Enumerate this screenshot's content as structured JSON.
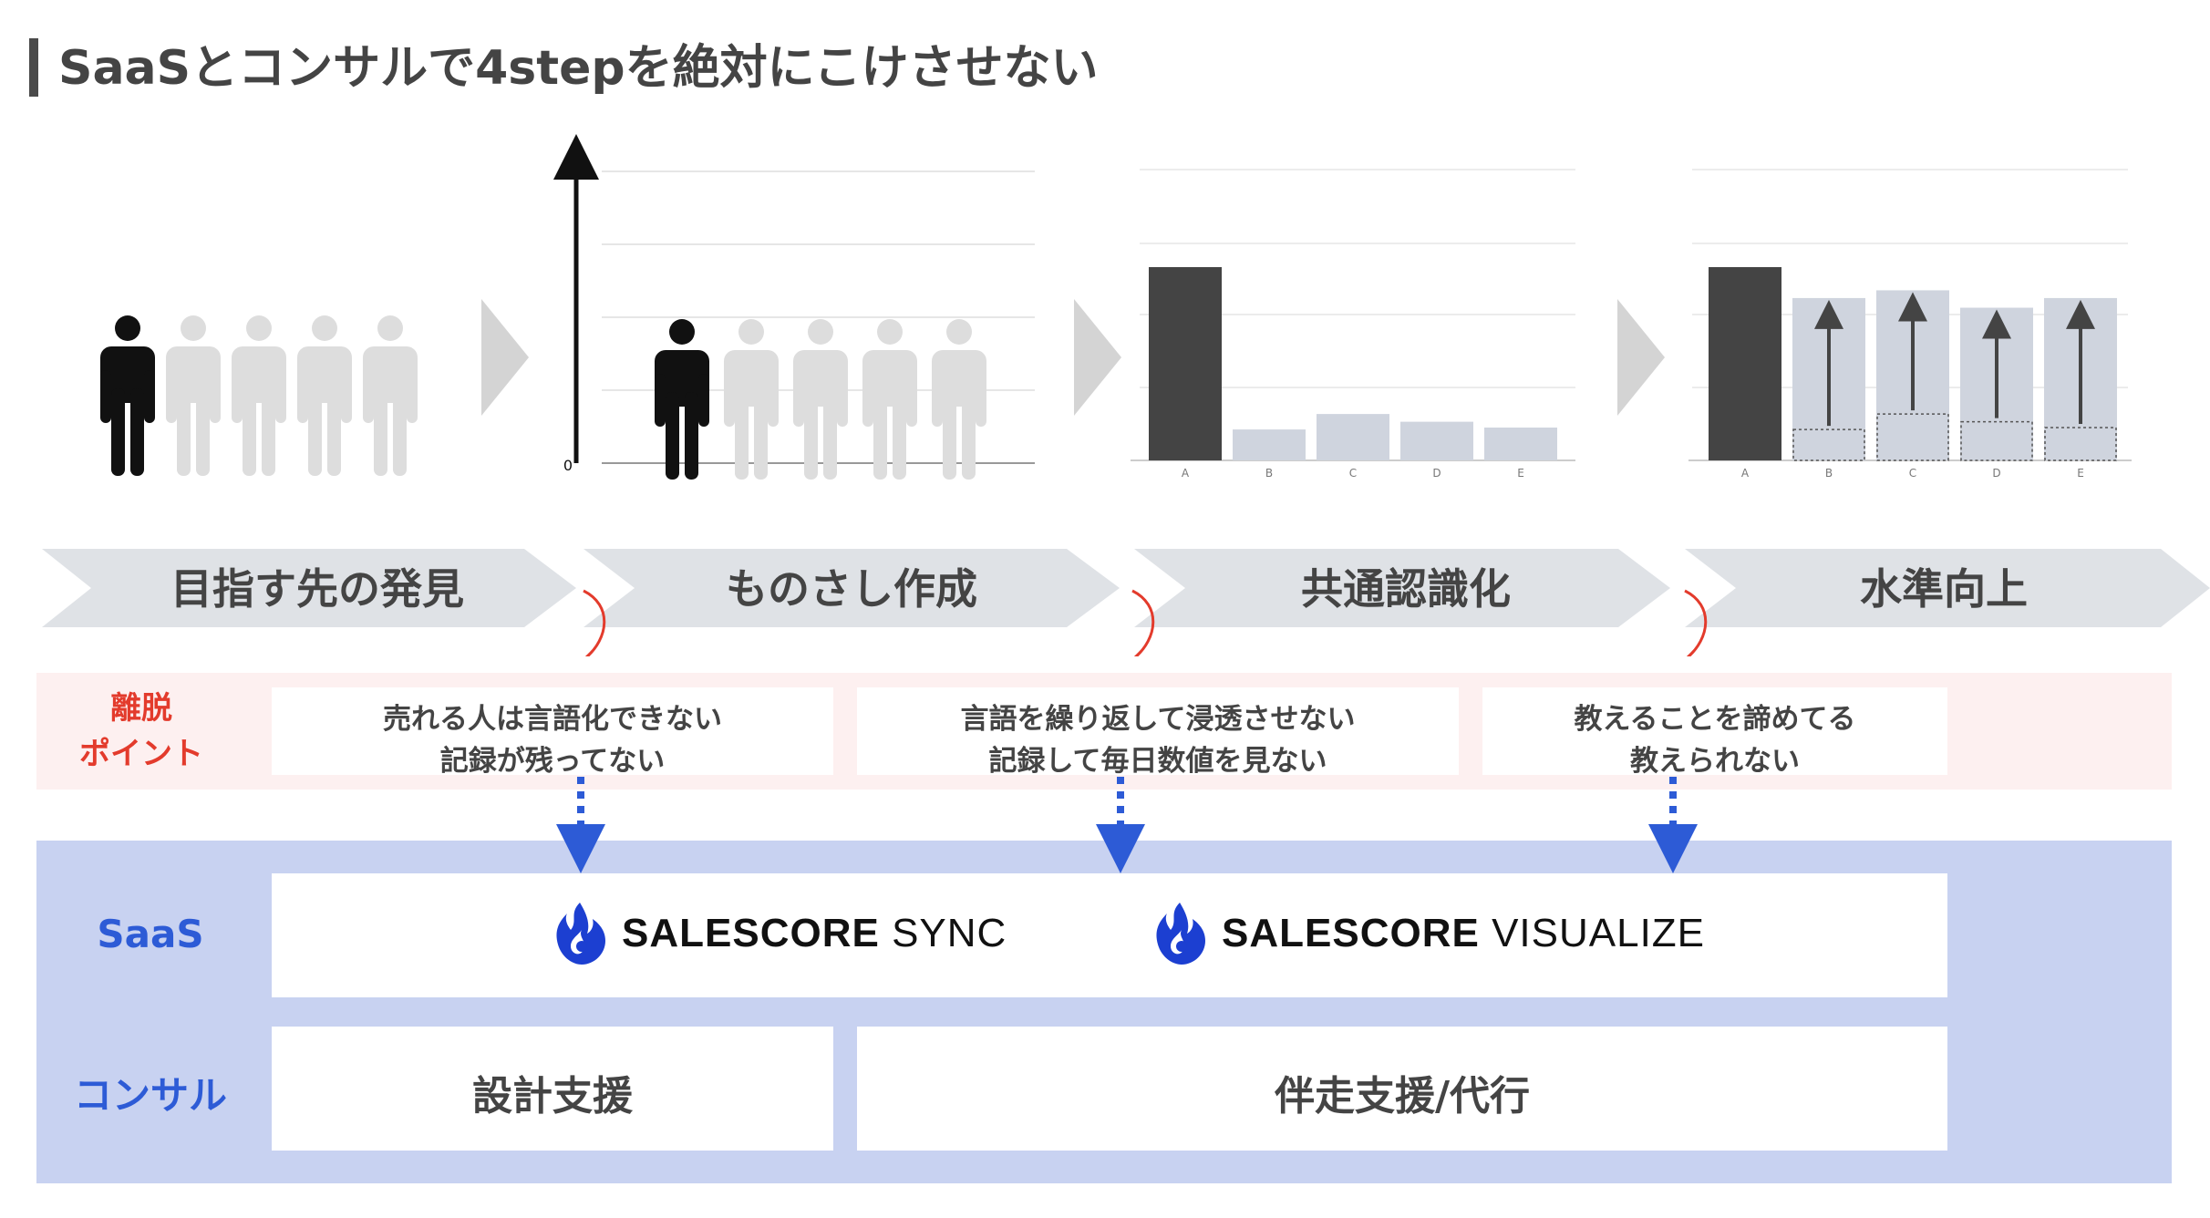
{
  "title": "SaaSとコンサルで4stepを絶対にこけさせない",
  "steps": [
    {
      "label": "目指す先の発見"
    },
    {
      "label": "ものさし作成"
    },
    {
      "label": "共通認識化"
    },
    {
      "label": "水準向上"
    }
  ],
  "step2_axis_zero": "0",
  "bar_categories": [
    "A",
    "B",
    "C",
    "D",
    "E"
  ],
  "step3_bar_values": [
    100,
    16,
    24,
    20,
    17
  ],
  "step4_bar_values": [
    100,
    84,
    88,
    79,
    84
  ],
  "step4_base_values": [
    100,
    16,
    24,
    20,
    17
  ],
  "colors": {
    "dark": "#111111",
    "person_gray": "#dddddd",
    "bar_dark": "#444444",
    "bar_light": "#cfd4de",
    "chevron": "#dfe2e6",
    "red": "#e33b2c",
    "blue": "#2d5bd6",
    "band_blue": "#c8d2f1",
    "band_pink": "#fdf0f0"
  },
  "pain": {
    "title_line1": "離脱",
    "title_line2": "ポイント",
    "box1": {
      "line1": "売れる人は言語化できない",
      "line2": "記録が残ってない"
    },
    "box2": {
      "line1": "言語を繰り返して浸透させない",
      "line2": "記録して毎日数値を見ない"
    },
    "box3": {
      "line1": "教えることを諦めてる",
      "line2": "教えられない"
    }
  },
  "saas": {
    "label": "SaaS",
    "product1": {
      "brand": "SALESCORE",
      "suffix": "SYNC",
      "icon": "flame-logo-icon"
    },
    "product2": {
      "brand": "SALESCORE",
      "suffix": "VISUALIZE",
      "icon": "flame-logo-icon"
    }
  },
  "consult": {
    "label": "コンサル",
    "box1": "設計支援",
    "box2": "伴走支援/代行"
  }
}
